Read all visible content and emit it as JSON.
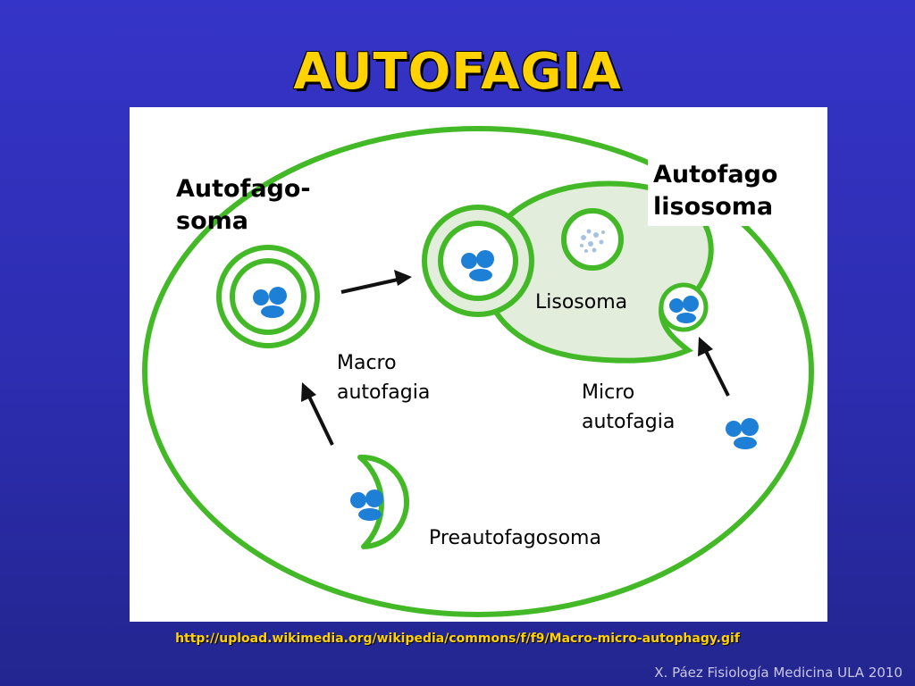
{
  "title": "AUTOFAGIA",
  "diagram": {
    "labels": {
      "autofagosoma": "Autofago-\nsoma",
      "autofagolisosoma": "Autofago\nlisosoma",
      "lisosoma": "Lisosoma",
      "macro_autofagia": "Macro\nautofagia",
      "micro_autofagia": "Micro\nautofagia",
      "preautofagosoma": "Preautofagosoma"
    },
    "colors": {
      "membrane": "#44b928",
      "lysosome_fill": "#e2eedb",
      "cargo": "#1e7fd6",
      "arrow": "#111111"
    }
  },
  "source_url": "http://upload.wikimedia.org/wikipedia/commons/f/f9/Macro-micro-autophagy.gif",
  "credit": "X. Páez Fisiología Medicina ULA 2010"
}
